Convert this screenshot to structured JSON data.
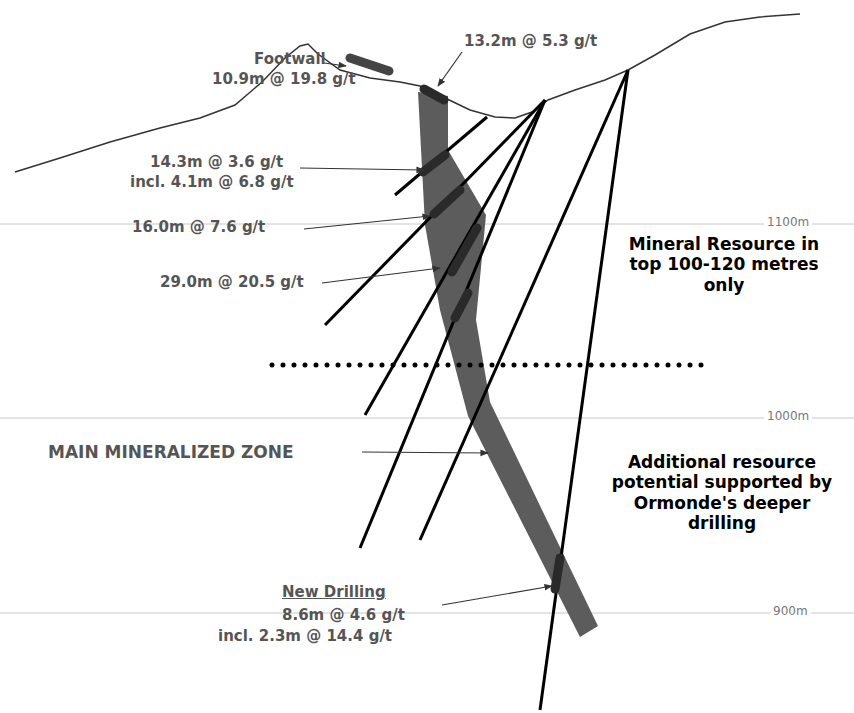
{
  "diagram": {
    "labels": [
      "Footwall",
      "10.9m @ 19.8 g/t",
      "13.2m @ 5.3 g/t",
      "14.3m @ 3.6 g/t",
      "incl. 4.1m @ 6.8 g/t",
      "16.0m @ 7.6 g/t",
      "29.0m @ 20.5 g/t",
      "Mineral Resource in top 100-120 metres only",
      "1100m",
      "1000m",
      "900m",
      "MAIN MINERALIZED ZONE",
      "Additional resource potential supported by Ormonde's deeper drilling",
      "New Drilling",
      "8.6m @ 4.6 g/t",
      "incl. 2.3m @ 14.4 g/t"
    ]
  }
}
